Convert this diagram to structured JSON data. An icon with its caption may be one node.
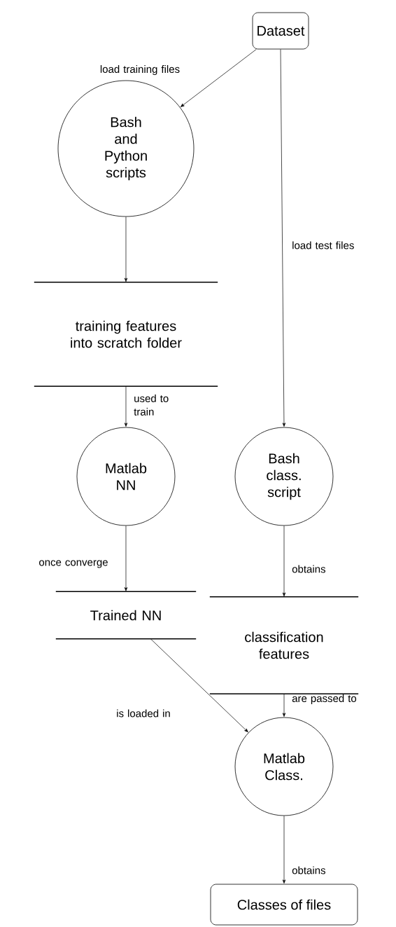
{
  "diagram": {
    "nodes": [
      {
        "text": [
          "Dataset"
        ]
      },
      {
        "text": [
          "Bash and Python scripts"
        ]
      },
      {
        "text": [
          "training features into scratch folder"
        ]
      },
      {
        "text": [
          "Matlab NN"
        ]
      },
      {
        "text": [
          "Bash class. script"
        ]
      },
      {
        "text": [
          "Trained NN"
        ]
      },
      {
        "text": [
          "classification features"
        ]
      },
      {
        "text": [
          "Matlab Class."
        ]
      },
      {
        "text": [
          "Classes of files"
        ]
      }
    ],
    "edges": [
      {
        "from": 0,
        "to": 1,
        "arrow": "to",
        "label": "load training files"
      },
      {
        "from": 0,
        "to": 4,
        "arrow": "to",
        "label": "load test files"
      },
      {
        "from": 1,
        "to": 2,
        "arrow": "to"
      },
      {
        "from": 2,
        "to": 3,
        "arrow": "to",
        "label": "used to train"
      },
      {
        "from": 3,
        "to": 5,
        "arrow": "to",
        "label": "once converge"
      },
      {
        "from": 4,
        "to": 6,
        "arrow": "to",
        "label": "obtains"
      },
      {
        "from": 5,
        "to": 7,
        "arrow": "to",
        "label": "is loaded in"
      },
      {
        "from": 6,
        "to": 7,
        "arrow": "to",
        "label": "are passed to"
      },
      {
        "from": 7,
        "to": 8,
        "arrow": "to",
        "label": "obtains"
      }
    ]
  }
}
